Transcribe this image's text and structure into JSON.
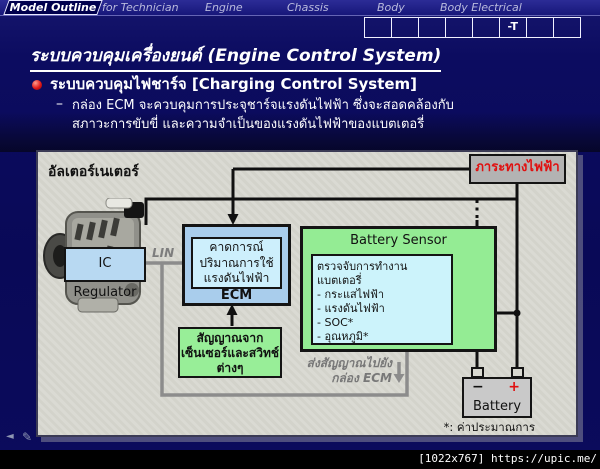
{
  "nav": {
    "tabs": [
      {
        "label": "Model Outline",
        "active": true
      },
      {
        "label": "for Technician",
        "active": false
      },
      {
        "label": "Engine",
        "active": false
      },
      {
        "label": "Chassis",
        "active": false
      },
      {
        "label": "Body",
        "active": false
      },
      {
        "label": "Body Electrical",
        "active": false
      }
    ],
    "grid_cells": [
      "",
      "",
      "",
      "",
      "",
      "-T",
      "",
      ""
    ]
  },
  "heading": {
    "title": "ระบบควบคุมเครื่องยนต์ (Engine Control System)",
    "bullet": "ระบบควบคุมไฟชาร์จ [Charging Control System]",
    "sub_dash": "–",
    "sub_line1": "กล่อง ECM จะควบคุมการประจุชาร์จแรงดันไฟฟ้า ซึ่งจะสอดคล้องกับ",
    "sub_line2": "สภาวะการขับขี่ และความจำเป็นของแรงดันไฟฟ้าของแบตเตอรี่"
  },
  "diagram": {
    "alternator_label": "อัลเตอร์เนเตอร์",
    "electrical_load_label": "ภาระทางไฟฟ้า",
    "ic_regulator_label": "IC Regulator",
    "lin_label": "LIN",
    "ecm": {
      "inner_lines": [
        "คาดการณ์",
        "ปริมาณการใช้",
        "แรงดันไฟฟ้า"
      ],
      "label": "ECM"
    },
    "battery_sensor": {
      "title": "Battery Sensor",
      "inner_title": "ตรวจจับการทำงานแบตเตอรี่",
      "items": [
        "- กระแสไฟฟ้า",
        "- แรงดันไฟฟ้า",
        "- SOC*",
        "- อุณหภูมิ*"
      ]
    },
    "signal_box_lines": [
      "สัญญาณจาก",
      "เซ็นเซอร์และสวิทช์",
      "ต่างๆ"
    ],
    "send_note_line1": "ส่งสัญญาณไปยัง",
    "send_note_line2": "กล่อง ECM",
    "battery": {
      "minus": "−",
      "plus": "+",
      "label": "Battery"
    },
    "footnote": "*: ค่าประมาณการ"
  },
  "icons": {
    "back_arrow": "◄",
    "pencil": "✎"
  },
  "watermark": "[1022x767] https://upic.me/",
  "colors": {
    "slide_bg": "#0a0a5e",
    "panel_bg": "#d8d8d0",
    "box_green": "#94ec94",
    "box_blue": "#a9cdec",
    "box_inner_blue": "#cdeffc",
    "box_cyan": "#ccf3fb",
    "box_gray": "#b3b3b3",
    "load_text_red": "#e01010",
    "line_gray": "#8c8c8c"
  }
}
